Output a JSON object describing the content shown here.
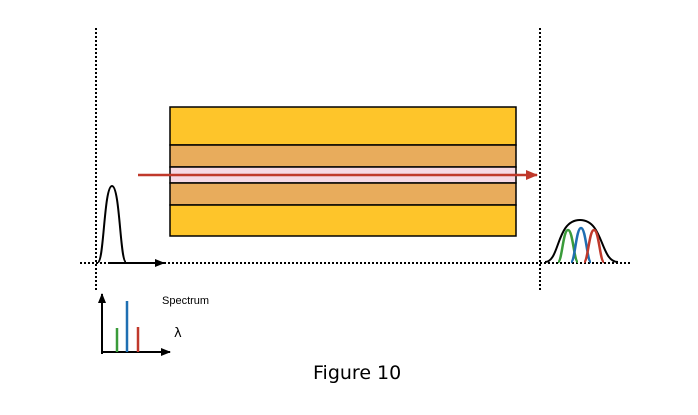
{
  "labels": {
    "spectrum": "Spectrum",
    "lambda": "λ",
    "caption": "Figure 10"
  },
  "colors": {
    "gold": "#fec52a",
    "tan": "#e8ac5c",
    "core": "#f6d9e5",
    "arrow": "#c0392b",
    "green": "#3a9b3a",
    "blue": "#1f6fb2",
    "red": "#c0392b"
  }
}
